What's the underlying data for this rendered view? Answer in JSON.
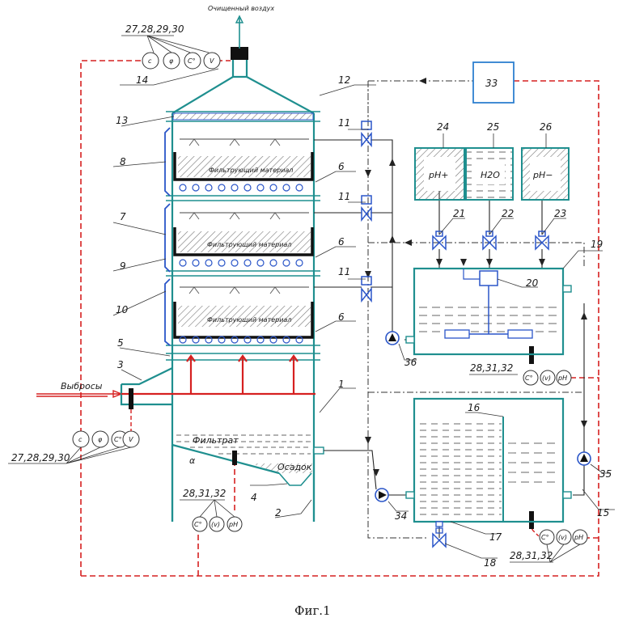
{
  "labels": {
    "clean_air": "Очищенный воздух",
    "emissions": "Выбросы",
    "filter_material": "Фильтрующий материал",
    "filtrate": "Фильтрат",
    "sludge": "Осадок",
    "angle": "α",
    "tank_ph_plus": "pH+",
    "tank_h2o": "H2O",
    "tank_ph_minus": "pH−",
    "figure_caption": "Фиг.1"
  },
  "sensor_groups": {
    "top": "27,28,29,30",
    "inlet": "27,28,29,30",
    "sump": "28,31,32",
    "tank19": "28,31,32",
    "tank15": "28,31,32"
  },
  "sensors": {
    "c": "c",
    "phi": "φ",
    "ct": "C°",
    "v": "V",
    "iv": "(v)",
    "ph": "pH"
  },
  "callouts": {
    "n1": "1",
    "n2": "2",
    "n3": "3",
    "n4": "4",
    "n5": "5",
    "n6a": "6",
    "n6b": "6",
    "n6c": "6",
    "n7": "7",
    "n8": "8",
    "n9": "9",
    "n10": "10",
    "n11a": "11",
    "n11b": "11",
    "n11c": "11",
    "n12": "12",
    "n13": "13",
    "n14": "14",
    "n15": "15",
    "n16": "16",
    "n17": "17",
    "n18": "18",
    "n19": "19",
    "n20": "20",
    "n21": "21",
    "n22": "22",
    "n23": "23",
    "n24": "24",
    "n25": "25",
    "n26": "26",
    "n33": "33",
    "n34": "34",
    "n35": "35",
    "n36": "36"
  },
  "colors": {
    "teal": "#1f8f8f",
    "red": "#d62020",
    "blue": "#2a55c8",
    "dark": "#1a1a1a",
    "control": "#2d7fd0"
  }
}
